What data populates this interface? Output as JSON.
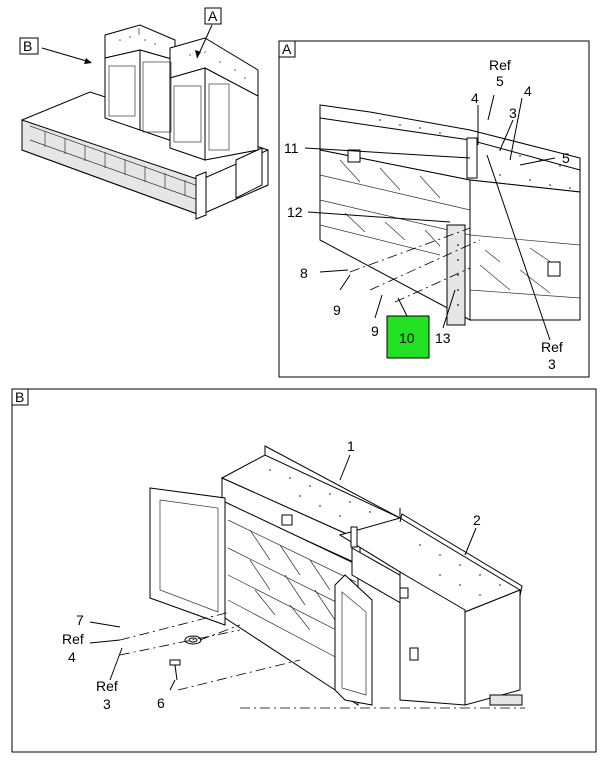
{
  "overview": {
    "callout_a": "A",
    "callout_b": "B"
  },
  "detail_a": {
    "frame_label": "A",
    "labels": {
      "ref5_top": "Ref",
      "ref5_num": "5",
      "n4_left": "4",
      "n3": "3",
      "n4_right": "4",
      "n5": "5",
      "n11": "11",
      "n12": "12",
      "n8": "8",
      "n9_a": "9",
      "n9_b": "9",
      "n10": "10",
      "n13": "13",
      "ref3_top": "Ref",
      "ref3_num": "3"
    },
    "highlight_color": "#22e022"
  },
  "detail_b": {
    "frame_label": "B",
    "labels": {
      "n1": "1",
      "n2": "2",
      "n7": "7",
      "ref4_top": "Ref",
      "ref4_num": "4",
      "ref3_top": "Ref",
      "ref3_num": "3",
      "n6": "6"
    }
  }
}
